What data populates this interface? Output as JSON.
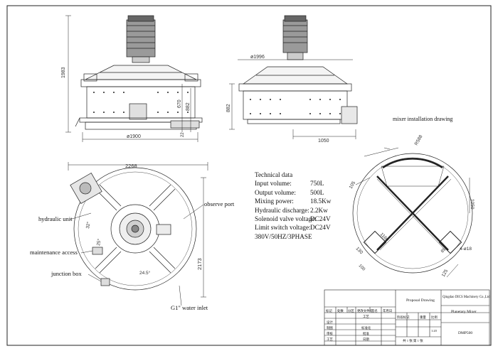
{
  "front_view": {
    "dim_height_total": "1983",
    "dim_diameter": "ø1900",
    "dim_670": "670",
    "dim_882": "882",
    "dim_22": "22"
  },
  "side_view": {
    "dim_diameter": "ø1996",
    "dim_height": "882",
    "dim_width": "1050"
  },
  "plan_view": {
    "dim_width": "2268",
    "dim_depth": "2173",
    "angle_32": "32°",
    "angle_25": "25°",
    "angle_24": "24.5°",
    "labels": {
      "hydraulic_unit": "hydraulic unit",
      "maintenance_access": "maintenance access",
      "junction_box": "junction box",
      "observe_port": "observe port",
      "water_inlet": "G1\" water inlet"
    }
  },
  "installation": {
    "title": "mixer installation drawing",
    "dims": {
      "d1": "R588",
      "d2": "1050",
      "d3": "105",
      "d4": "1160",
      "d5": "130",
      "d6": "4-ø18",
      "d7": "125",
      "d8": "100",
      "d9": "85"
    }
  },
  "technical_data": {
    "title": "Technical data",
    "rows": [
      {
        "label": "Input volume:",
        "value": "750L"
      },
      {
        "label": "Output volume:",
        "value": "500L"
      },
      {
        "label": "Mixing power:",
        "value": "18.5Kw"
      },
      {
        "label": "Hydraulic discharge:",
        "value": "2.2Kw"
      },
      {
        "label": "Solenoid valve voltage:",
        "value": "DC24V"
      },
      {
        "label": "Limit switch voltage:",
        "value": "DC24V"
      }
    ],
    "power_supply": "380V/50HZ/3PHASE"
  },
  "title_block": {
    "drawing_type": "Proposal Drawing",
    "company": "Qingdao DICS Machinery Co.,Ltd",
    "product": "Planetary Mixer",
    "model": "DMP500",
    "scale": "1:20",
    "sheet": "共 1 张   第 1 张",
    "headers": [
      "标记",
      "处数",
      "分区",
      "更改文件号",
      "签名",
      "年月日"
    ],
    "rows_left": [
      "设计",
      "制图",
      "审核",
      "工艺"
    ],
    "rows_mid": [
      "工艺",
      "标准化",
      "批准",
      "日期"
    ],
    "cols_right": [
      "阶段标记",
      "重量",
      "比例"
    ]
  }
}
